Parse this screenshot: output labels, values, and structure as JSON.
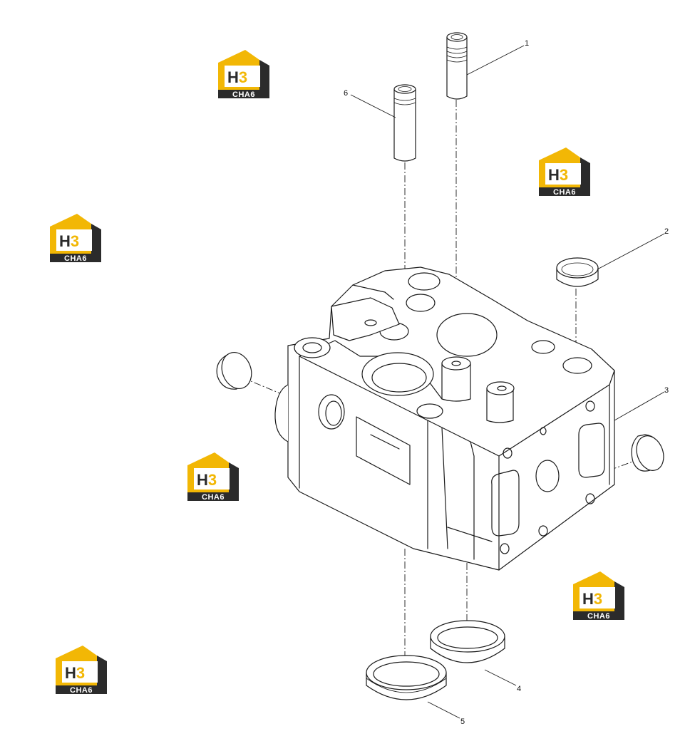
{
  "callouts": [
    {
      "id": "1",
      "label": "1"
    },
    {
      "id": "2",
      "label": "2"
    },
    {
      "id": "3",
      "label": "3"
    },
    {
      "id": "4",
      "label": "4"
    },
    {
      "id": "5",
      "label": "5"
    },
    {
      "id": "6",
      "label": "6"
    }
  ],
  "watermark": {
    "logo_letters": "H3",
    "logo_caption": "CHA6",
    "colors": {
      "yellow": "#f2b705",
      "dark": "#2b2b2b"
    }
  }
}
